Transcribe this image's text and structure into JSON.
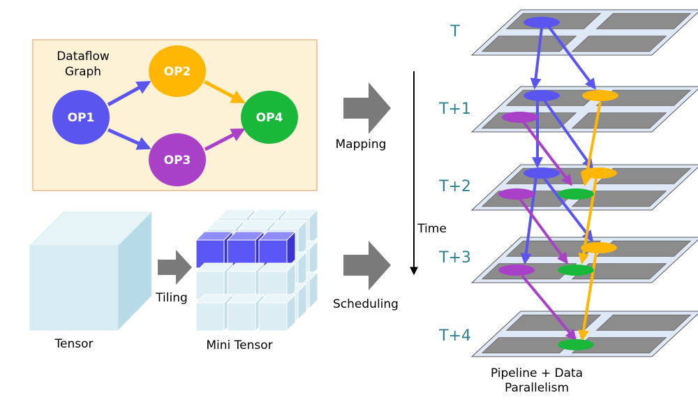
{
  "dataflow": {
    "title_line1": "Dataflow",
    "title_line2": "Graph",
    "op1": "OP1",
    "op2": "OP2",
    "op3": "OP3",
    "op4": "OP4"
  },
  "tensor_section": {
    "tensor_label": "Tensor",
    "tiling_label": "Tiling",
    "mini_tensor_label": "Mini Tensor"
  },
  "arrows": {
    "mapping_label": "Mapping",
    "scheduling_label": "Scheduling",
    "time_label": "Time"
  },
  "timeline": {
    "steps": [
      "T",
      "T+1",
      "T+2",
      "T+3",
      "T+4"
    ],
    "caption_line1": "Pipeline + Data",
    "caption_line2": "Parallelism"
  },
  "colors": {
    "op1": "#5b55f0",
    "op2": "#ffb703",
    "op3": "#a840c8",
    "op4": "#19b83b",
    "graph_bg": "#fdf1d6",
    "graph_border": "#e8b98c",
    "cube": "#cfe9f0",
    "mini_cube_highlight": "#5a55f5",
    "arrow_gray": "#7a7a7a",
    "time_label": "#2e7f8f"
  }
}
